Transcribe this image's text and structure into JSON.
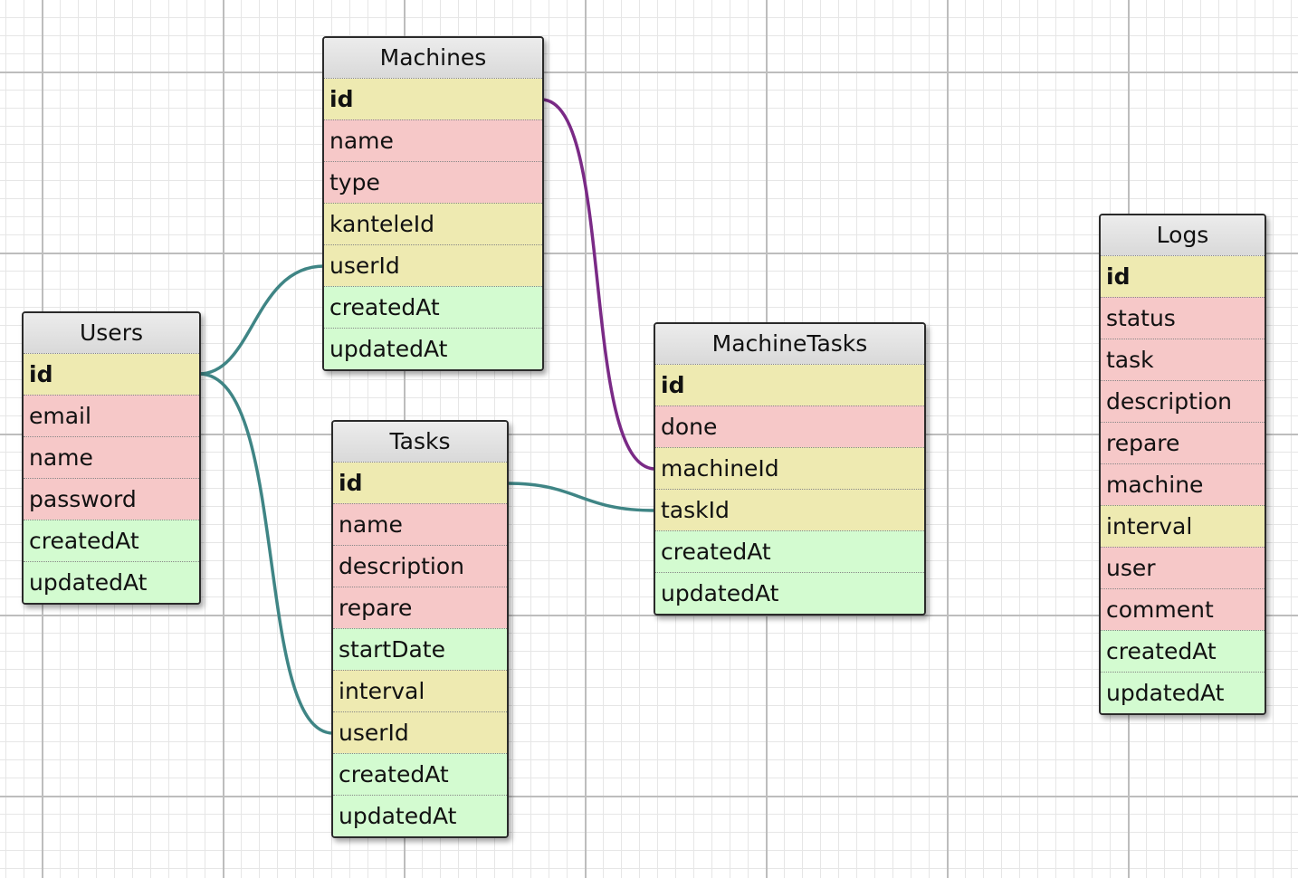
{
  "colors": {
    "key_row": "#eeeab1",
    "field_row": "#f6c8c8",
    "timestamp_row": "#d3fbd0",
    "header": "#dcdcdc",
    "link_teal": "#3f8585",
    "link_purple": "#7a2a86"
  },
  "tables": {
    "users": {
      "title": "Users",
      "rows": [
        {
          "label": "id",
          "kind": "key",
          "pk": true
        },
        {
          "label": "email",
          "kind": "field"
        },
        {
          "label": "name",
          "kind": "field"
        },
        {
          "label": "password",
          "kind": "field"
        },
        {
          "label": "createdAt",
          "kind": "time"
        },
        {
          "label": "updatedAt",
          "kind": "time"
        }
      ]
    },
    "machines": {
      "title": "Machines",
      "rows": [
        {
          "label": "id",
          "kind": "key",
          "pk": true
        },
        {
          "label": "name",
          "kind": "field"
        },
        {
          "label": "type",
          "kind": "field"
        },
        {
          "label": "kanteleId",
          "kind": "key"
        },
        {
          "label": "userId",
          "kind": "key"
        },
        {
          "label": "createdAt",
          "kind": "time"
        },
        {
          "label": "updatedAt",
          "kind": "time"
        }
      ]
    },
    "tasks": {
      "title": "Tasks",
      "rows": [
        {
          "label": "id",
          "kind": "key",
          "pk": true
        },
        {
          "label": "name",
          "kind": "field"
        },
        {
          "label": "description",
          "kind": "field"
        },
        {
          "label": "repare",
          "kind": "field"
        },
        {
          "label": "startDate",
          "kind": "time"
        },
        {
          "label": "interval",
          "kind": "key"
        },
        {
          "label": "userId",
          "kind": "key"
        },
        {
          "label": "createdAt",
          "kind": "time"
        },
        {
          "label": "updatedAt",
          "kind": "time"
        }
      ]
    },
    "machine_tasks": {
      "title": "MachineTasks",
      "rows": [
        {
          "label": "id",
          "kind": "key",
          "pk": true
        },
        {
          "label": "done",
          "kind": "field"
        },
        {
          "label": "machineId",
          "kind": "key"
        },
        {
          "label": "taskId",
          "kind": "key"
        },
        {
          "label": "createdAt",
          "kind": "time"
        },
        {
          "label": "updatedAt",
          "kind": "time"
        }
      ]
    },
    "logs": {
      "title": "Logs",
      "rows": [
        {
          "label": "id",
          "kind": "key",
          "pk": true
        },
        {
          "label": "status",
          "kind": "field"
        },
        {
          "label": "task",
          "kind": "field"
        },
        {
          "label": "description",
          "kind": "field"
        },
        {
          "label": "repare",
          "kind": "field"
        },
        {
          "label": "machine",
          "kind": "field"
        },
        {
          "label": "interval",
          "kind": "key"
        },
        {
          "label": "user",
          "kind": "field"
        },
        {
          "label": "comment",
          "kind": "field"
        },
        {
          "label": "createdAt",
          "kind": "time"
        },
        {
          "label": "updatedAt",
          "kind": "time"
        }
      ]
    }
  },
  "relations": [
    {
      "from": "users.id",
      "to": "machines.userId",
      "color": "#3f8585"
    },
    {
      "from": "users.id",
      "to": "tasks.userId",
      "color": "#3f8585"
    },
    {
      "from": "machines.id",
      "to": "machine_tasks.machineId",
      "color": "#7a2a86"
    },
    {
      "from": "tasks.id",
      "to": "machine_tasks.taskId",
      "color": "#3f8585"
    }
  ]
}
